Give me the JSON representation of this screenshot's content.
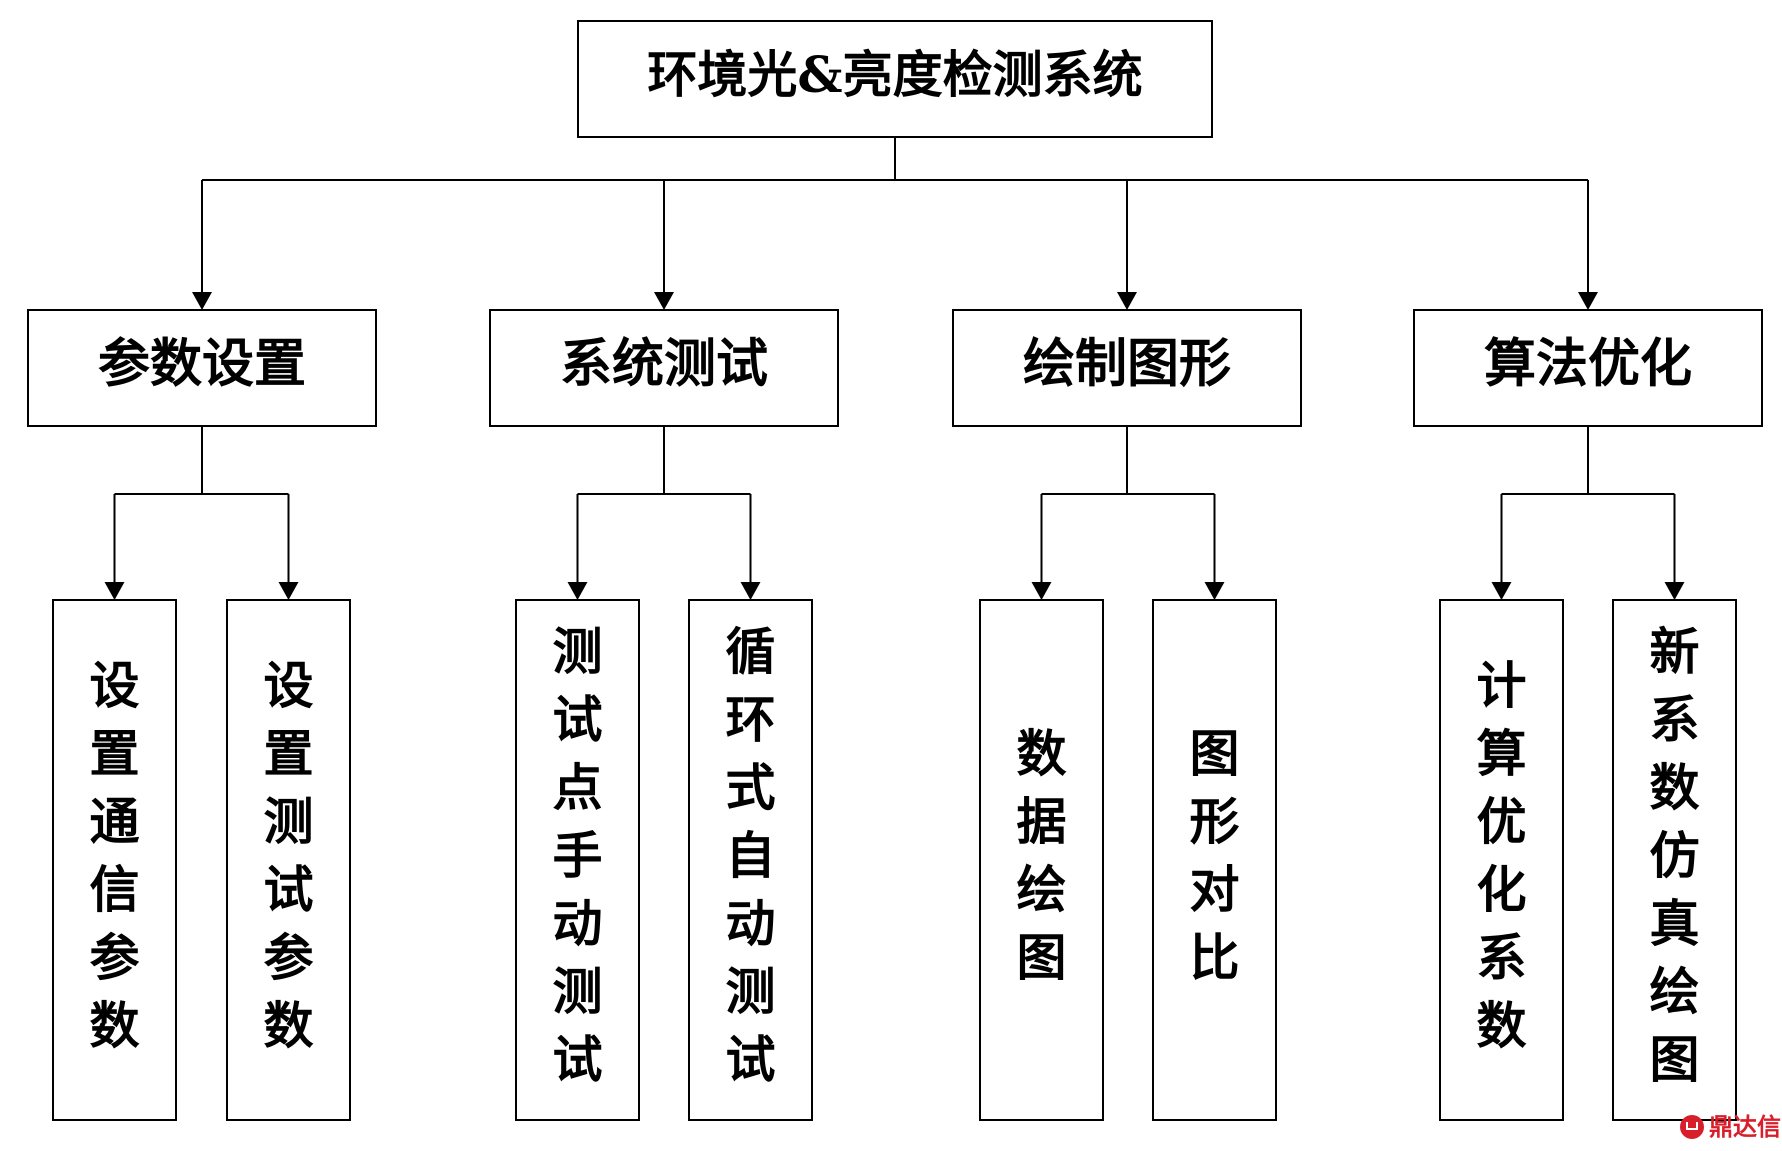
{
  "diagram": {
    "root": "环境光&亮度检测系统",
    "categories": [
      {
        "label": "参数设置",
        "items": [
          "设置通信参数",
          "设置测试参数"
        ]
      },
      {
        "label": "系统测试",
        "items": [
          "测试点手动测试",
          "循环式自动测试"
        ]
      },
      {
        "label": "绘制图形",
        "items": [
          "数据绘图",
          "图形对比"
        ]
      },
      {
        "label": "算法优化",
        "items": [
          "计算优化系数",
          "新系数仿真绘图"
        ]
      }
    ]
  },
  "watermark": {
    "text": "鼎达信"
  },
  "colors": {
    "line": "#000000",
    "watermark": "#d81e2a"
  }
}
